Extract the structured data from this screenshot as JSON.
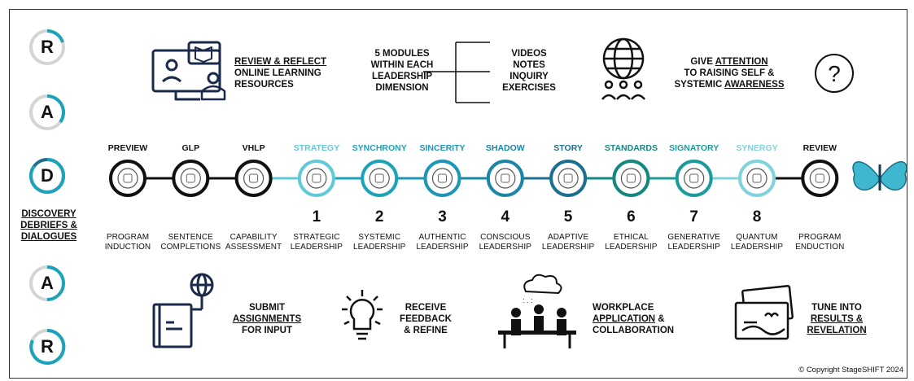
{
  "colors": {
    "dark": "#111111",
    "teal": "#1ca3b8",
    "light_teal": "#62c9d9",
    "navy": "#1d6f8f",
    "green_teal": "#14877f",
    "gray": "#c8c8c8"
  },
  "rada": {
    "r1": "R",
    "a1": "A",
    "d": "D",
    "d_caption": [
      "DISCOVERY",
      "DEBRIEFS &",
      "DIALOGUES"
    ],
    "a2": "A",
    "r2": "R"
  },
  "top": {
    "review": [
      "REVIEW & REFLECT",
      "ONLINE LEARNING",
      "RESOURCES"
    ],
    "modules": [
      "5 MODULES",
      "WITHIN EACH",
      "LEADERSHIP",
      "DIMENSION"
    ],
    "media": [
      "VIDEOS",
      "NOTES",
      "INQUIRY",
      "EXERCISES"
    ],
    "attention_pre": "GIVE ",
    "attention_word": "ATTENTION",
    "attention_l2": "TO RAISING SELF &",
    "attention_l3_pre": "SYSTEMIC ",
    "attention_l3_word": "AWARENESS"
  },
  "bottom": {
    "submit_l1": "SUBMIT",
    "submit_l2": "ASSIGNMENTS",
    "submit_l3": "FOR INPUT",
    "feedback": [
      "RECEIVE",
      "FEEDBACK",
      "& REFINE"
    ],
    "workplace_l1": "WORKPLACE",
    "workplace_l2_word": "APPLICATION",
    "workplace_l2_post": " &",
    "workplace_l3": "COLLABORATION",
    "tune_l1": "TUNE INTO",
    "tune_l2": "RESULTS &",
    "tune_l3": "REVELATION"
  },
  "stages": [
    {
      "top": "PREVIEW",
      "num": "",
      "l1": "PROGRAM",
      "l2": "INDUCTION",
      "color": "#111111",
      "icon": "presentation-icon"
    },
    {
      "top": "GLP",
      "num": "",
      "l1": "SENTENCE",
      "l2": "COMPLETIONS",
      "color": "#111111",
      "icon": "globe-icon"
    },
    {
      "top": "VHLP",
      "num": "",
      "l1": "CAPABILITY",
      "l2": "ASSESSMENT",
      "color": "#111111",
      "icon": "hand-signal-icon"
    },
    {
      "top": "STRATEGY",
      "num": "1",
      "l1": "STRATEGIC",
      "l2": "LEADERSHIP",
      "color": "#62c9d9",
      "icon": "network-icon"
    },
    {
      "top": "SYNCHRONY",
      "num": "2",
      "l1": "SYSTEMIC",
      "l2": "LEADERSHIP",
      "color": "#1ca3b8",
      "icon": "gear-icon"
    },
    {
      "top": "SINCERITY",
      "num": "3",
      "l1": "AUTHENTIC",
      "l2": "LEADERSHIP",
      "color": "#1f95b8",
      "icon": "head-icon"
    },
    {
      "top": "SHADOW",
      "num": "4",
      "l1": "CONSCIOUS",
      "l2": "LEADERSHIP",
      "color": "#1a86a6",
      "icon": "compass-icon"
    },
    {
      "top": "STORY",
      "num": "5",
      "l1": "ADAPTIVE",
      "l2": "LEADERSHIP",
      "color": "#1d6f8f",
      "icon": "pen-icon"
    },
    {
      "top": "STANDARDS",
      "num": "6",
      "l1": "ETHICAL",
      "l2": "LEADERSHIP",
      "color": "#14877f",
      "icon": "scales-icon"
    },
    {
      "top": "SIGNATORY",
      "num": "7",
      "l1": "GENERATIVE",
      "l2": "LEADERSHIP",
      "color": "#1d9a9a",
      "icon": "monitor-icon"
    },
    {
      "top": "SYNERGY",
      "num": "8",
      "l1": "QUANTUM",
      "l2": "LEADERSHIP",
      "color": "#7fd3dc",
      "icon": "lightbulb-team-icon"
    },
    {
      "top": "REVIEW",
      "num": "",
      "l1": "PROGRAM",
      "l2": "ENDUCTION",
      "color": "#111111",
      "icon": "board-icon"
    }
  ],
  "copyright": "© Copyright StageSHIFT 2024"
}
